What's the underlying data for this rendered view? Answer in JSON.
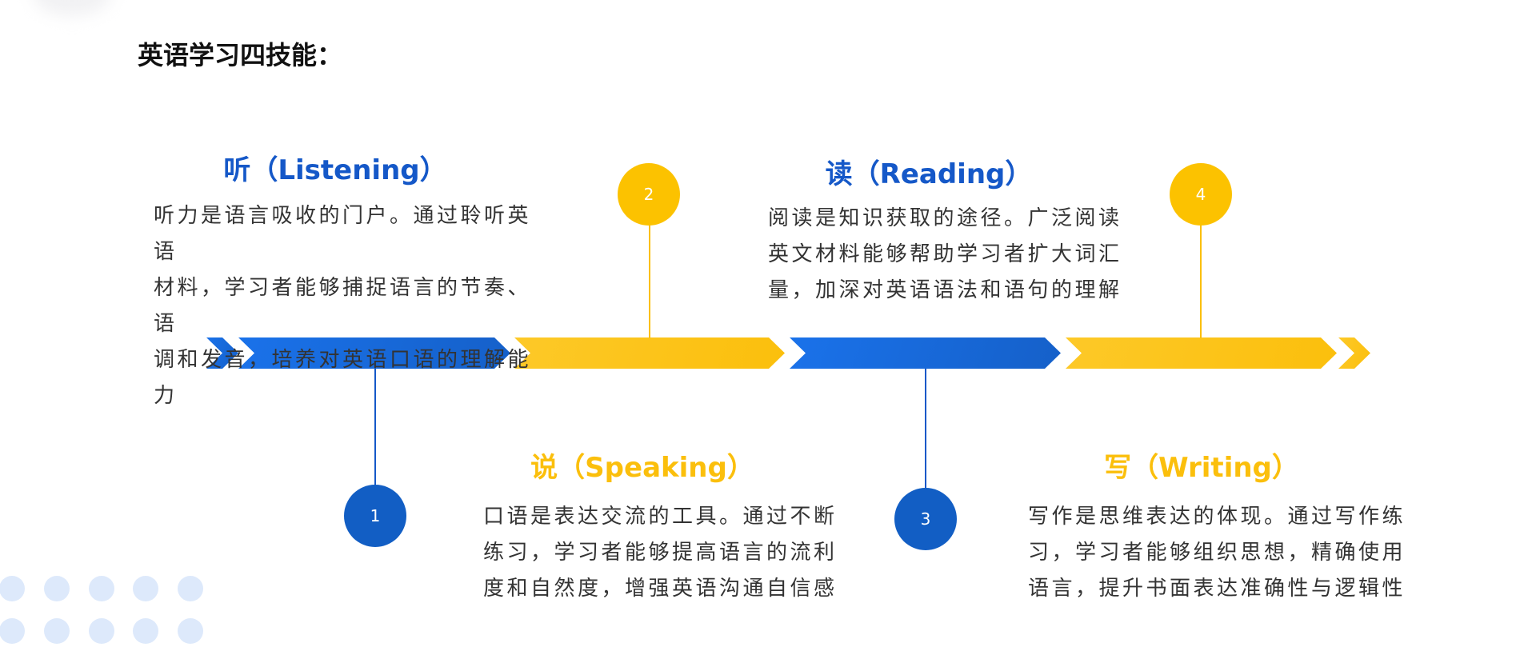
{
  "title": "英语学习四技能：",
  "colors": {
    "blue": "#1a72ea",
    "yellow": "#fdc928",
    "text": "#333333"
  },
  "skills": [
    {
      "number": "1",
      "heading": "听（Listening）",
      "lines": [
        "听力是语言吸收的门户。通过聆听英语",
        "材料，学习者能够捕捉语言的节奏、语",
        "调和发音，培养对英语口语的理解能力"
      ]
    },
    {
      "number": "2",
      "heading": "说（Speaking）",
      "lines": [
        "口语是表达交流的工具。通过不断",
        "练习，学习者能够提高语言的流利",
        "度和自然度，增强英语沟通自信感"
      ]
    },
    {
      "number": "3",
      "heading": "读（Reading）",
      "lines": [
        "阅读是知识获取的途径。广泛阅读",
        "英文材料能够帮助学习者扩大词汇",
        "量，加深对英语语法和语句的理解"
      ]
    },
    {
      "number": "4",
      "heading": "写（Writing）",
      "lines": [
        "写作是思维表达的体现。通过写作练",
        "习，学习者能够组织思想，精确使用",
        "语言，提升书面表达准确性与逻辑性"
      ]
    }
  ]
}
